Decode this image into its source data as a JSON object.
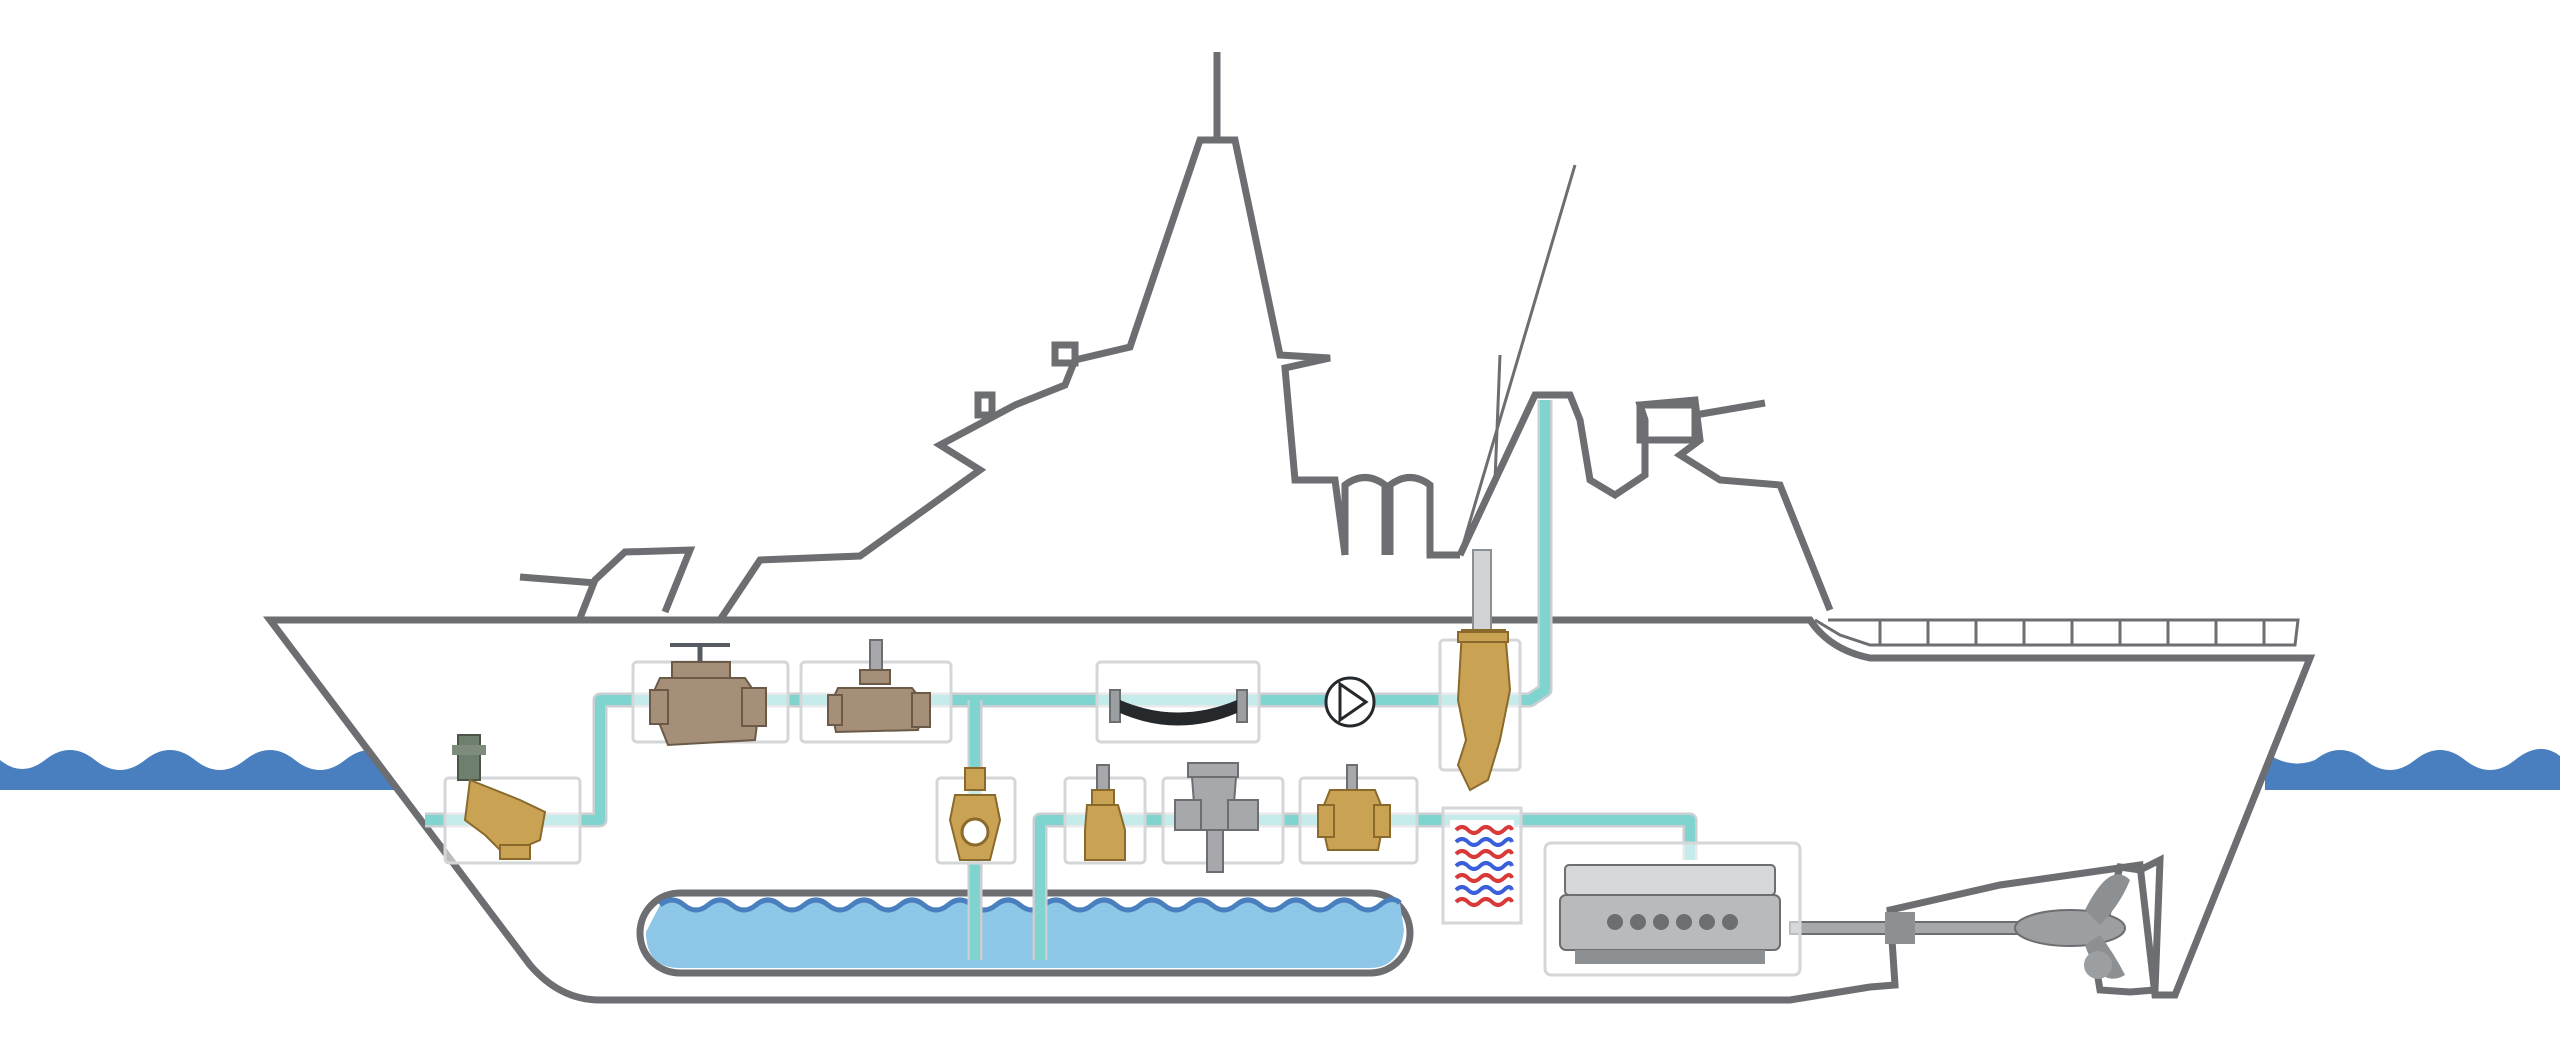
{
  "colors": {
    "hull_outline": "#6d6e71",
    "sea": "#4a7fbf",
    "pipe": "#7fd4d0",
    "tank_water": "#8dc6e6",
    "heater_red": "#d83a3a",
    "heater_blue": "#3a5fd8",
    "brass": "#c9a253",
    "bronze": "#a58f78",
    "steel": "#a6a8ab"
  },
  "components": [
    {
      "id": "sea-valve",
      "icon": "angle-stop-valve-icon"
    },
    {
      "id": "sea-strainer",
      "icon": "basket-strainer-icon"
    },
    {
      "id": "gate-valve",
      "icon": "gate-valve-icon"
    },
    {
      "id": "flexible-hose",
      "icon": "flexible-hose-icon"
    },
    {
      "id": "pump",
      "icon": "pump-symbol-icon"
    },
    {
      "id": "discharge-valve",
      "icon": "overboard-valve-icon"
    },
    {
      "id": "butterfly-valve",
      "icon": "butterfly-valve-icon"
    },
    {
      "id": "check-valve",
      "icon": "check-valve-icon"
    },
    {
      "id": "duplex-strainer",
      "icon": "strainer-icon"
    },
    {
      "id": "ball-valve",
      "icon": "ball-valve-icon"
    },
    {
      "id": "heat-exchanger",
      "icon": "heat-exchanger-icon"
    },
    {
      "id": "engine",
      "icon": "engine-icon"
    },
    {
      "id": "tank",
      "icon": "tank-icon"
    },
    {
      "id": "propeller",
      "icon": "propeller-icon"
    }
  ]
}
